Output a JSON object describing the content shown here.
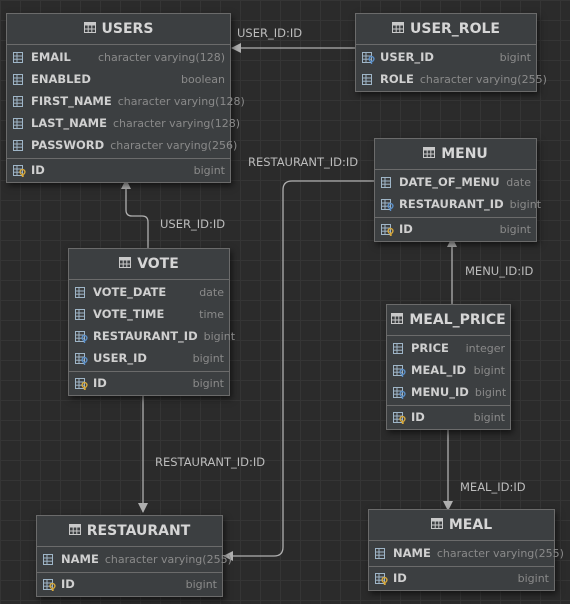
{
  "tables": {
    "users": {
      "name": "USERS",
      "columns": [
        {
          "name": "EMAIL",
          "type": "character varying(128)",
          "icon": "column-icon"
        },
        {
          "name": "ENABLED",
          "type": "boolean",
          "icon": "column-icon"
        },
        {
          "name": "FIRST_NAME",
          "type": "character varying(128)",
          "icon": "column-icon"
        },
        {
          "name": "LAST_NAME",
          "type": "character varying(128)",
          "icon": "column-icon"
        },
        {
          "name": "PASSWORD",
          "type": "character varying(256)",
          "icon": "column-icon"
        }
      ],
      "pk": {
        "name": "ID",
        "type": "bigint",
        "icon": "primary-key-icon"
      }
    },
    "user_role": {
      "name": "USER_ROLE",
      "columns": [
        {
          "name": "USER_ID",
          "type": "bigint",
          "icon": "foreign-key-icon"
        },
        {
          "name": "ROLE",
          "type": "character varying(255)",
          "icon": "column-icon"
        }
      ]
    },
    "menu": {
      "name": "MENU",
      "columns": [
        {
          "name": "DATE_OF_MENU",
          "type": "date",
          "icon": "column-icon"
        },
        {
          "name": "RESTAURANT_ID",
          "type": "bigint",
          "icon": "foreign-key-icon"
        }
      ],
      "pk": {
        "name": "ID",
        "type": "bigint",
        "icon": "primary-key-icon"
      }
    },
    "vote": {
      "name": "VOTE",
      "columns": [
        {
          "name": "VOTE_DATE",
          "type": "date",
          "icon": "column-icon"
        },
        {
          "name": "VOTE_TIME",
          "type": "time",
          "icon": "column-icon"
        },
        {
          "name": "RESTAURANT_ID",
          "type": "bigint",
          "icon": "foreign-key-icon"
        },
        {
          "name": "USER_ID",
          "type": "bigint",
          "icon": "foreign-key-icon"
        }
      ],
      "pk": {
        "name": "ID",
        "type": "bigint",
        "icon": "primary-key-icon"
      }
    },
    "meal_price": {
      "name": "MEAL_PRICE",
      "columns": [
        {
          "name": "PRICE",
          "type": "integer",
          "icon": "column-icon"
        },
        {
          "name": "MEAL_ID",
          "type": "bigint",
          "icon": "foreign-key-icon"
        },
        {
          "name": "MENU_ID",
          "type": "bigint",
          "icon": "foreign-key-icon"
        }
      ],
      "pk": {
        "name": "ID",
        "type": "bigint",
        "icon": "primary-key-icon"
      }
    },
    "restaurant": {
      "name": "RESTAURANT",
      "columns": [
        {
          "name": "NAME",
          "type": "character varying(255)",
          "icon": "column-icon"
        }
      ],
      "pk": {
        "name": "ID",
        "type": "bigint",
        "icon": "primary-key-icon"
      }
    },
    "meal": {
      "name": "MEAL",
      "columns": [
        {
          "name": "NAME",
          "type": "character varying(255)",
          "icon": "column-icon"
        }
      ],
      "pk": {
        "name": "ID",
        "type": "bigint",
        "icon": "primary-key-icon"
      }
    }
  },
  "relations": {
    "user_role_users": "USER_ID:ID",
    "menu_restaurant": "RESTAURANT_ID:ID",
    "vote_users": "USER_ID:ID",
    "meal_price_menu": "MENU_ID:ID",
    "vote_restaurant": "RESTAURANT_ID:ID",
    "meal_price_meal": "MEAL_ID:ID"
  },
  "colors": {
    "background": "#2b2b2b",
    "table_fill": "#3c3f41",
    "link_line": "#b0b0b0",
    "key_gold": "#d8a93b",
    "fk_blue": "#5a8fc8"
  }
}
